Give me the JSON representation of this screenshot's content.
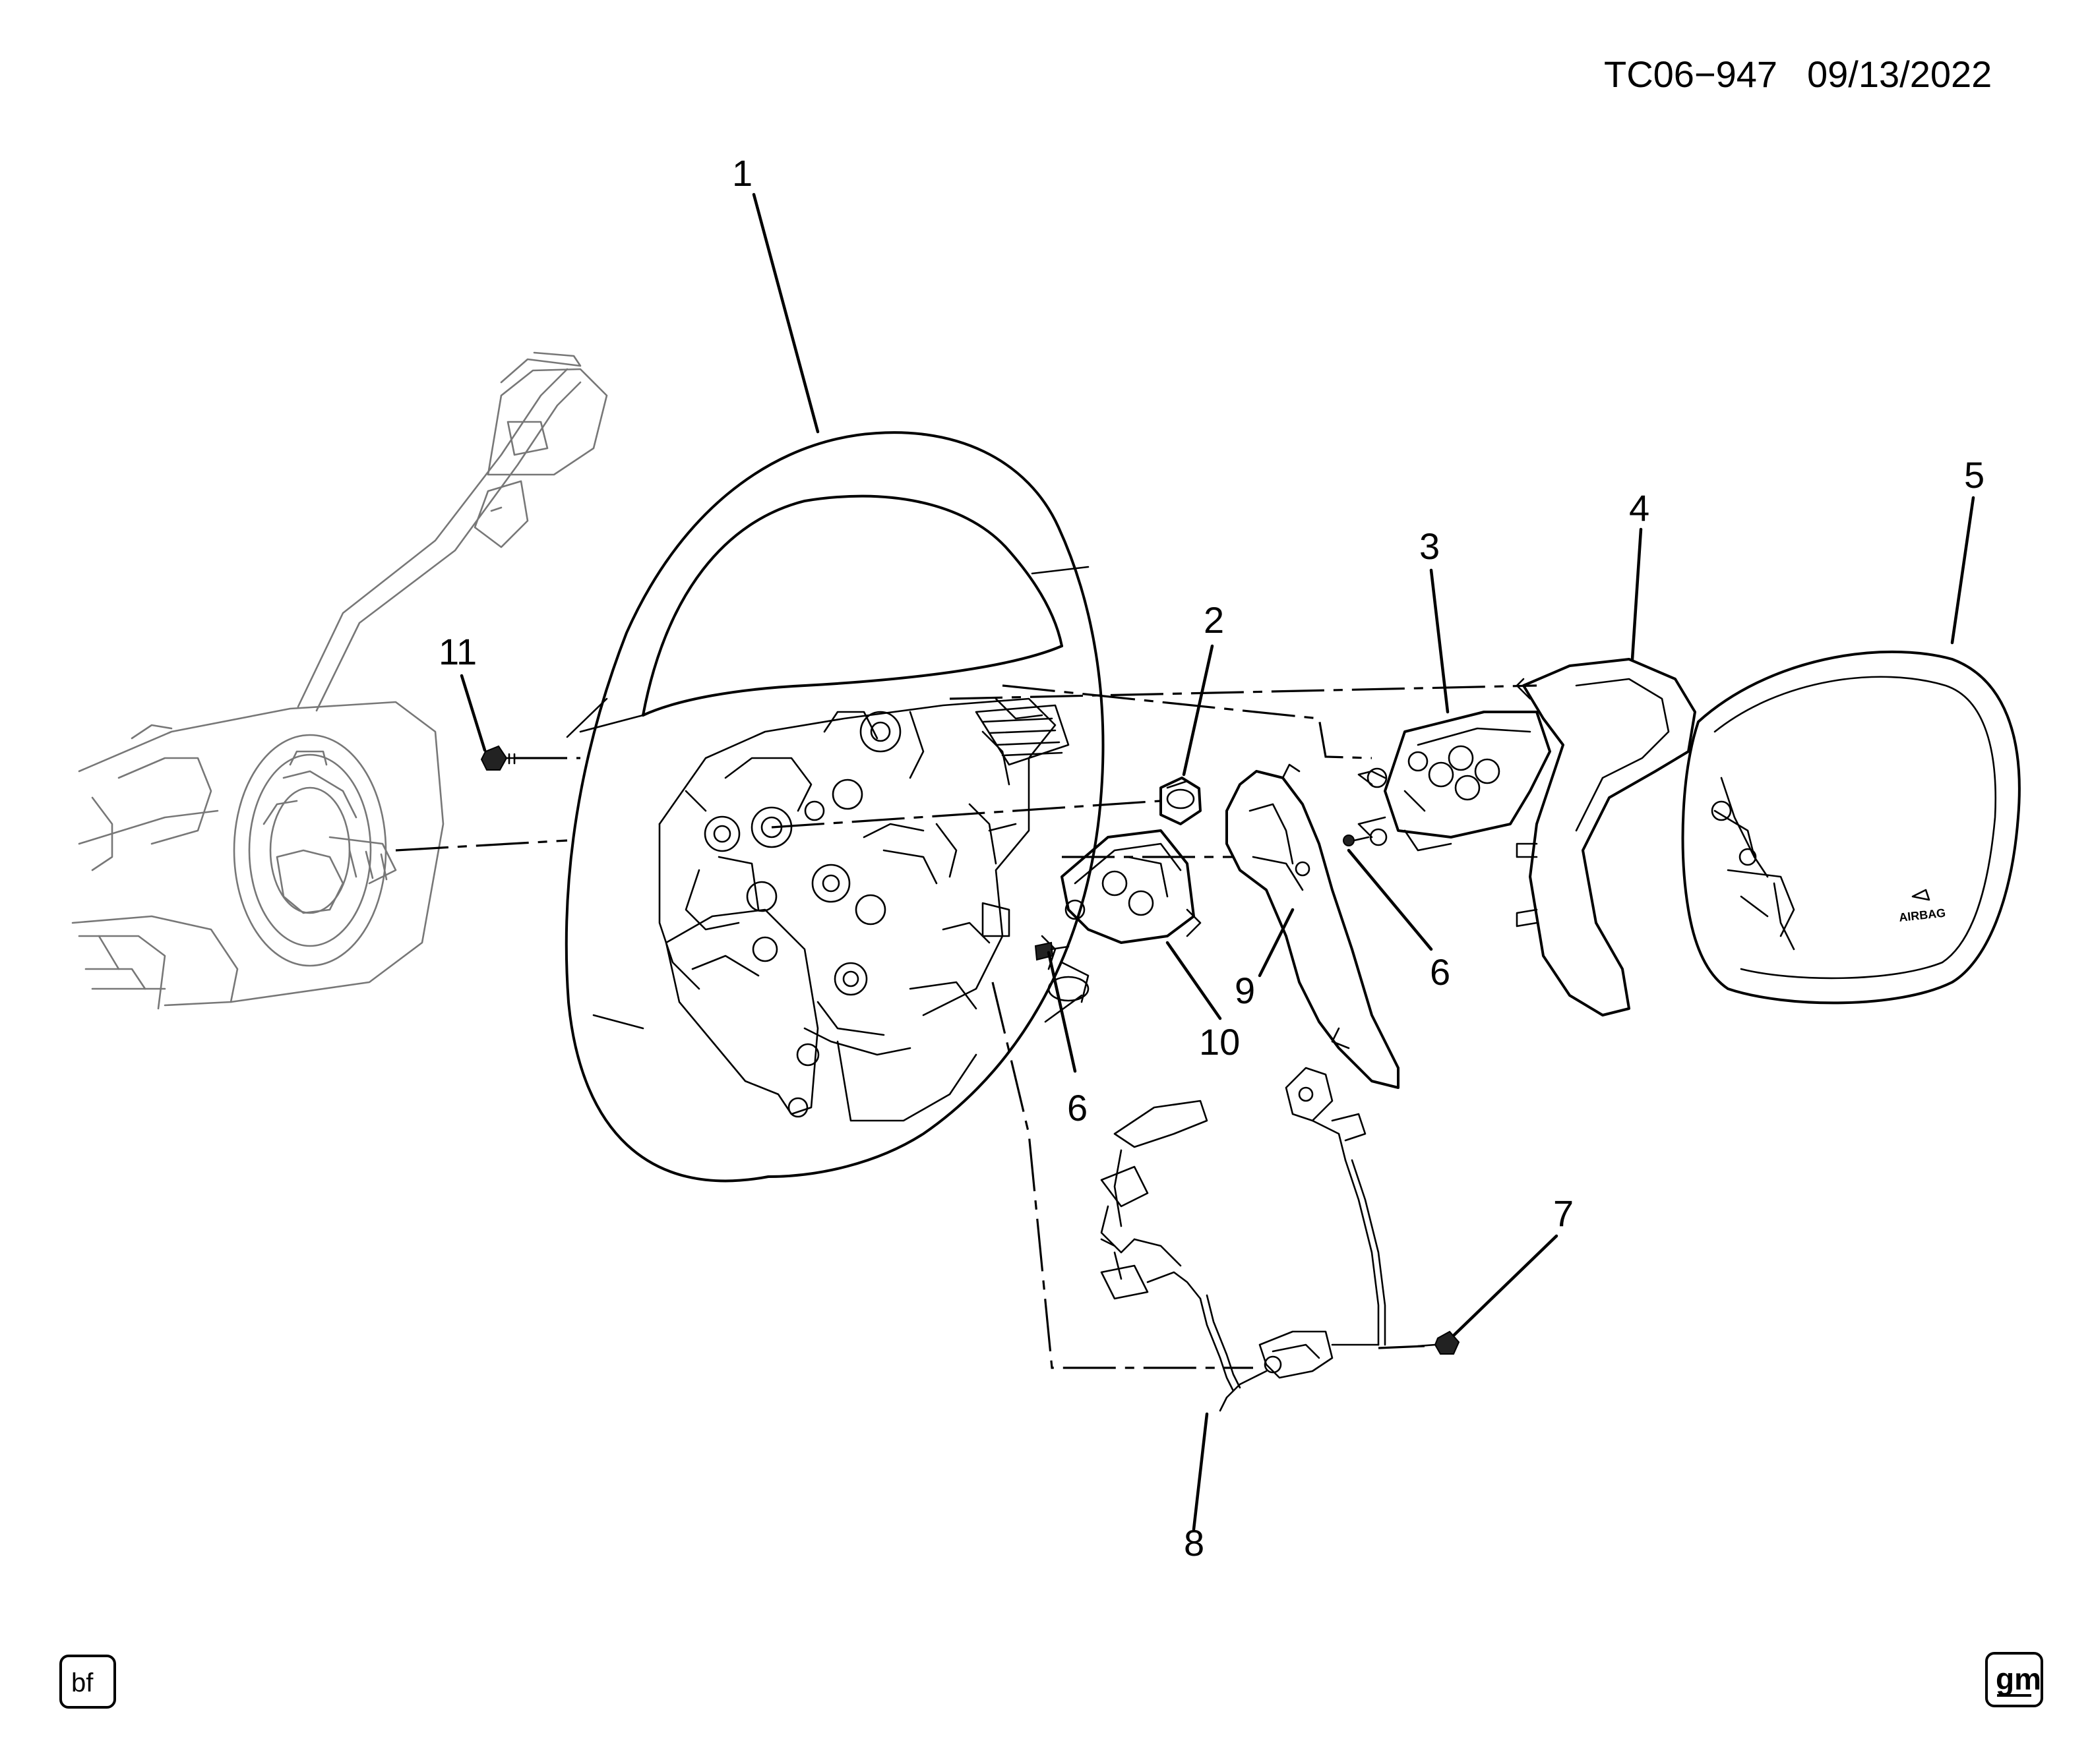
{
  "header": {
    "illustration_code": "TC06−947",
    "date": "09/13/2022"
  },
  "callouts": [
    {
      "id": "c1",
      "number": "1"
    },
    {
      "id": "c2",
      "number": "2"
    },
    {
      "id": "c3",
      "number": "3"
    },
    {
      "id": "c4",
      "number": "4"
    },
    {
      "id": "c5",
      "number": "5"
    },
    {
      "id": "c6a",
      "number": "6"
    },
    {
      "id": "c6b",
      "number": "6"
    },
    {
      "id": "c7",
      "number": "7"
    },
    {
      "id": "c8",
      "number": "8"
    },
    {
      "id": "c9",
      "number": "9"
    },
    {
      "id": "c10",
      "number": "10"
    },
    {
      "id": "c11",
      "number": "11"
    }
  ],
  "footer": {
    "left_badge": "bf",
    "right_logo": "gm"
  },
  "colors": {
    "line": "#000000",
    "ghost_line": "#777777",
    "background": "#ffffff"
  }
}
